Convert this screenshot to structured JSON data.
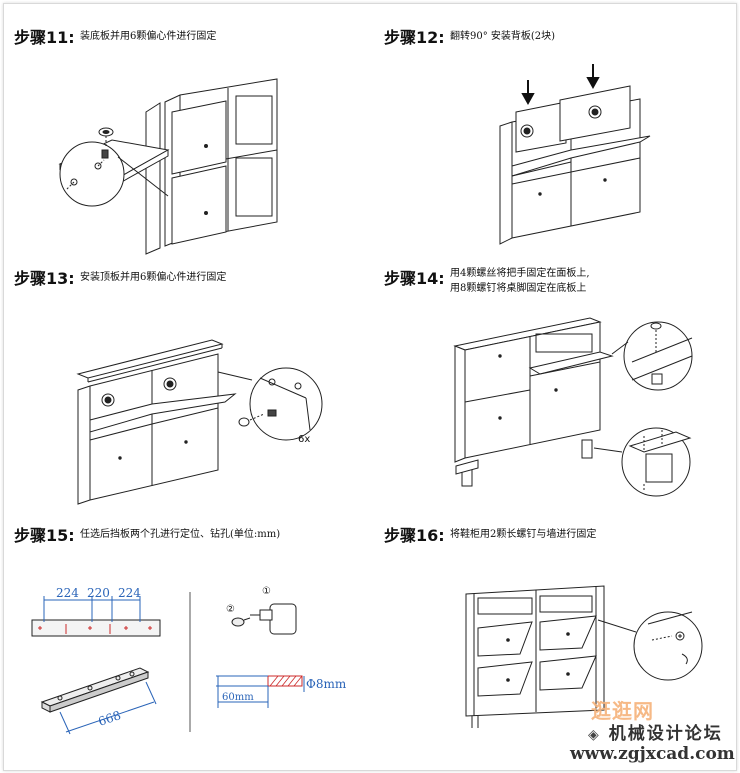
{
  "steps": [
    {
      "label": "步骤11:",
      "desc": [
        "装底板并用6颗偏心件进行固定"
      ]
    },
    {
      "label": "步骤12:",
      "desc": [
        "翻转90° 安装背板(2块)"
      ]
    },
    {
      "label": "步骤13:",
      "desc": [
        "安装顶板并用6颗偏心件进行固定"
      ]
    },
    {
      "label": "步骤14:",
      "desc": [
        "用4颗螺丝将把手固定在面板上,",
        "用8颗螺钉将桌脚固定在底板上"
      ]
    },
    {
      "label": "步骤15:",
      "desc": [
        "任选后挡板两个孔进行定位、钻孔(单位:mm)"
      ]
    },
    {
      "label": "步骤16:",
      "desc": [
        "将鞋柜用2颗长螺钉与墙进行固定"
      ]
    }
  ],
  "callouts": {
    "qty_6x": "6x",
    "dim_224_a": "224",
    "dim_220": "220",
    "dim_224_b": "224",
    "dim_668": "668",
    "dim_phi8": "Φ8mm",
    "dim_60": "60mm",
    "marker_1": "①",
    "marker_2": "②"
  },
  "watermark": {
    "line1": "逛逛网",
    "line2": "机械设计论坛",
    "line3": "www.zgjxcad.com"
  }
}
